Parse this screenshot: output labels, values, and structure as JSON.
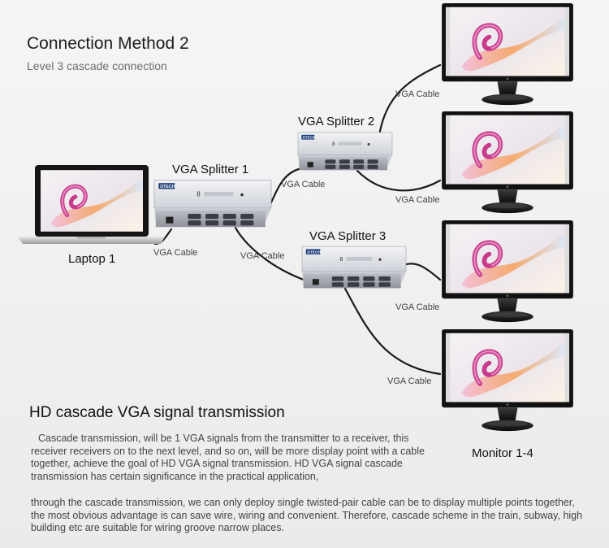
{
  "header": {
    "title": "Connection Method 2",
    "subtitle": "Level 3 cascade connection"
  },
  "devices": {
    "laptop_label": "Laptop 1",
    "splitter1_label": "VGA Splitter 1",
    "splitter2_label": "VGA Splitter 2",
    "splitter3_label": "VGA Splitter 3",
    "monitors_label": "Monitor 1-4",
    "splitter_brand": "DTECH",
    "splitter_ports": "8"
  },
  "cables": {
    "laptop_to_s1": "VGA Cable",
    "s1_to_s2": "VGA Cable",
    "s1_to_s3": "VGA Cable",
    "s2_to_m1": "VGA Cable",
    "s2_to_m2": "VGA Cable",
    "s3_to_m3": "VGA Cable",
    "s3_to_m4": "VGA Cable"
  },
  "section": {
    "heading": "HD cascade VGA signal transmission",
    "paragraph_narrow": "Cascade transmission, will be 1 VGA signals from the transmitter to a receiver, this receiver receivers on to the next level, and so on, will be more display point with a cable together, achieve the goal of HD VGA signal transmission. HD VGA signal cascade transmission has certain significance in the practical application,",
    "paragraph_wide": "through the cascade transmission, we can only deploy single twisted-pair cable can be to display multiple points together, the most obvious advantage is can save wire, wiring and convenient. Therefore, cascade scheme in the train, subway, high building etc are suitable for wiring groove narrow places."
  },
  "colors": {
    "cable": "#1a1a1a",
    "splitter_body": "#d9dbe0",
    "screen_accent": "#c83b8c",
    "bezel": "#111111"
  }
}
